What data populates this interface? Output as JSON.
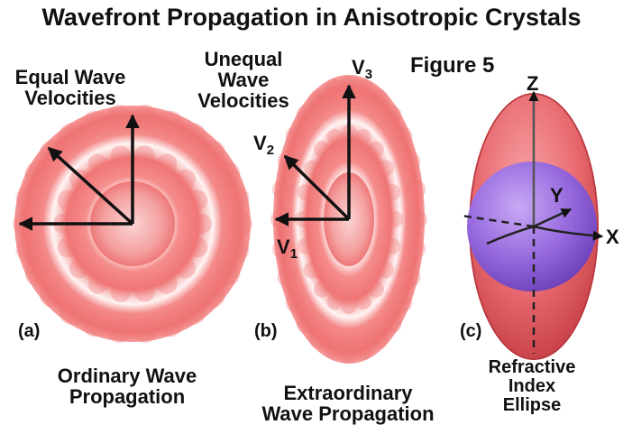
{
  "title": "Wavefront Propagation in Anisotropic Crystals",
  "figure_label": "Figure 5",
  "panel_a": {
    "letter": "(a)",
    "annotation_line1": "Equal Wave",
    "annotation_line2": "Velocities",
    "caption_line1": "Ordinary Wave",
    "caption_line2": "Propagation"
  },
  "panel_b": {
    "letter": "(b)",
    "annotation_line1": "Unequal",
    "annotation_line2": "Wave",
    "annotation_line3": "Velocities",
    "v_letter": "V",
    "v1_sub": "1",
    "v2_sub": "2",
    "v3_sub": "3",
    "caption_line1": "Extraordinary",
    "caption_line2": "Wave Propagation"
  },
  "panel_c": {
    "letter": "(c)",
    "axis_x": "X",
    "axis_y": "Y",
    "axis_z": "Z",
    "caption_line1": "Refractive",
    "caption_line2": "Index",
    "caption_line3": "Ellipse"
  },
  "colors": {
    "wavefront": "#f07a7a",
    "wave_highlight": "#fde8e8",
    "ellipsoid_red": "#e2565c",
    "sphere_purple": "#9b6fe0",
    "arrow": "#111111"
  }
}
